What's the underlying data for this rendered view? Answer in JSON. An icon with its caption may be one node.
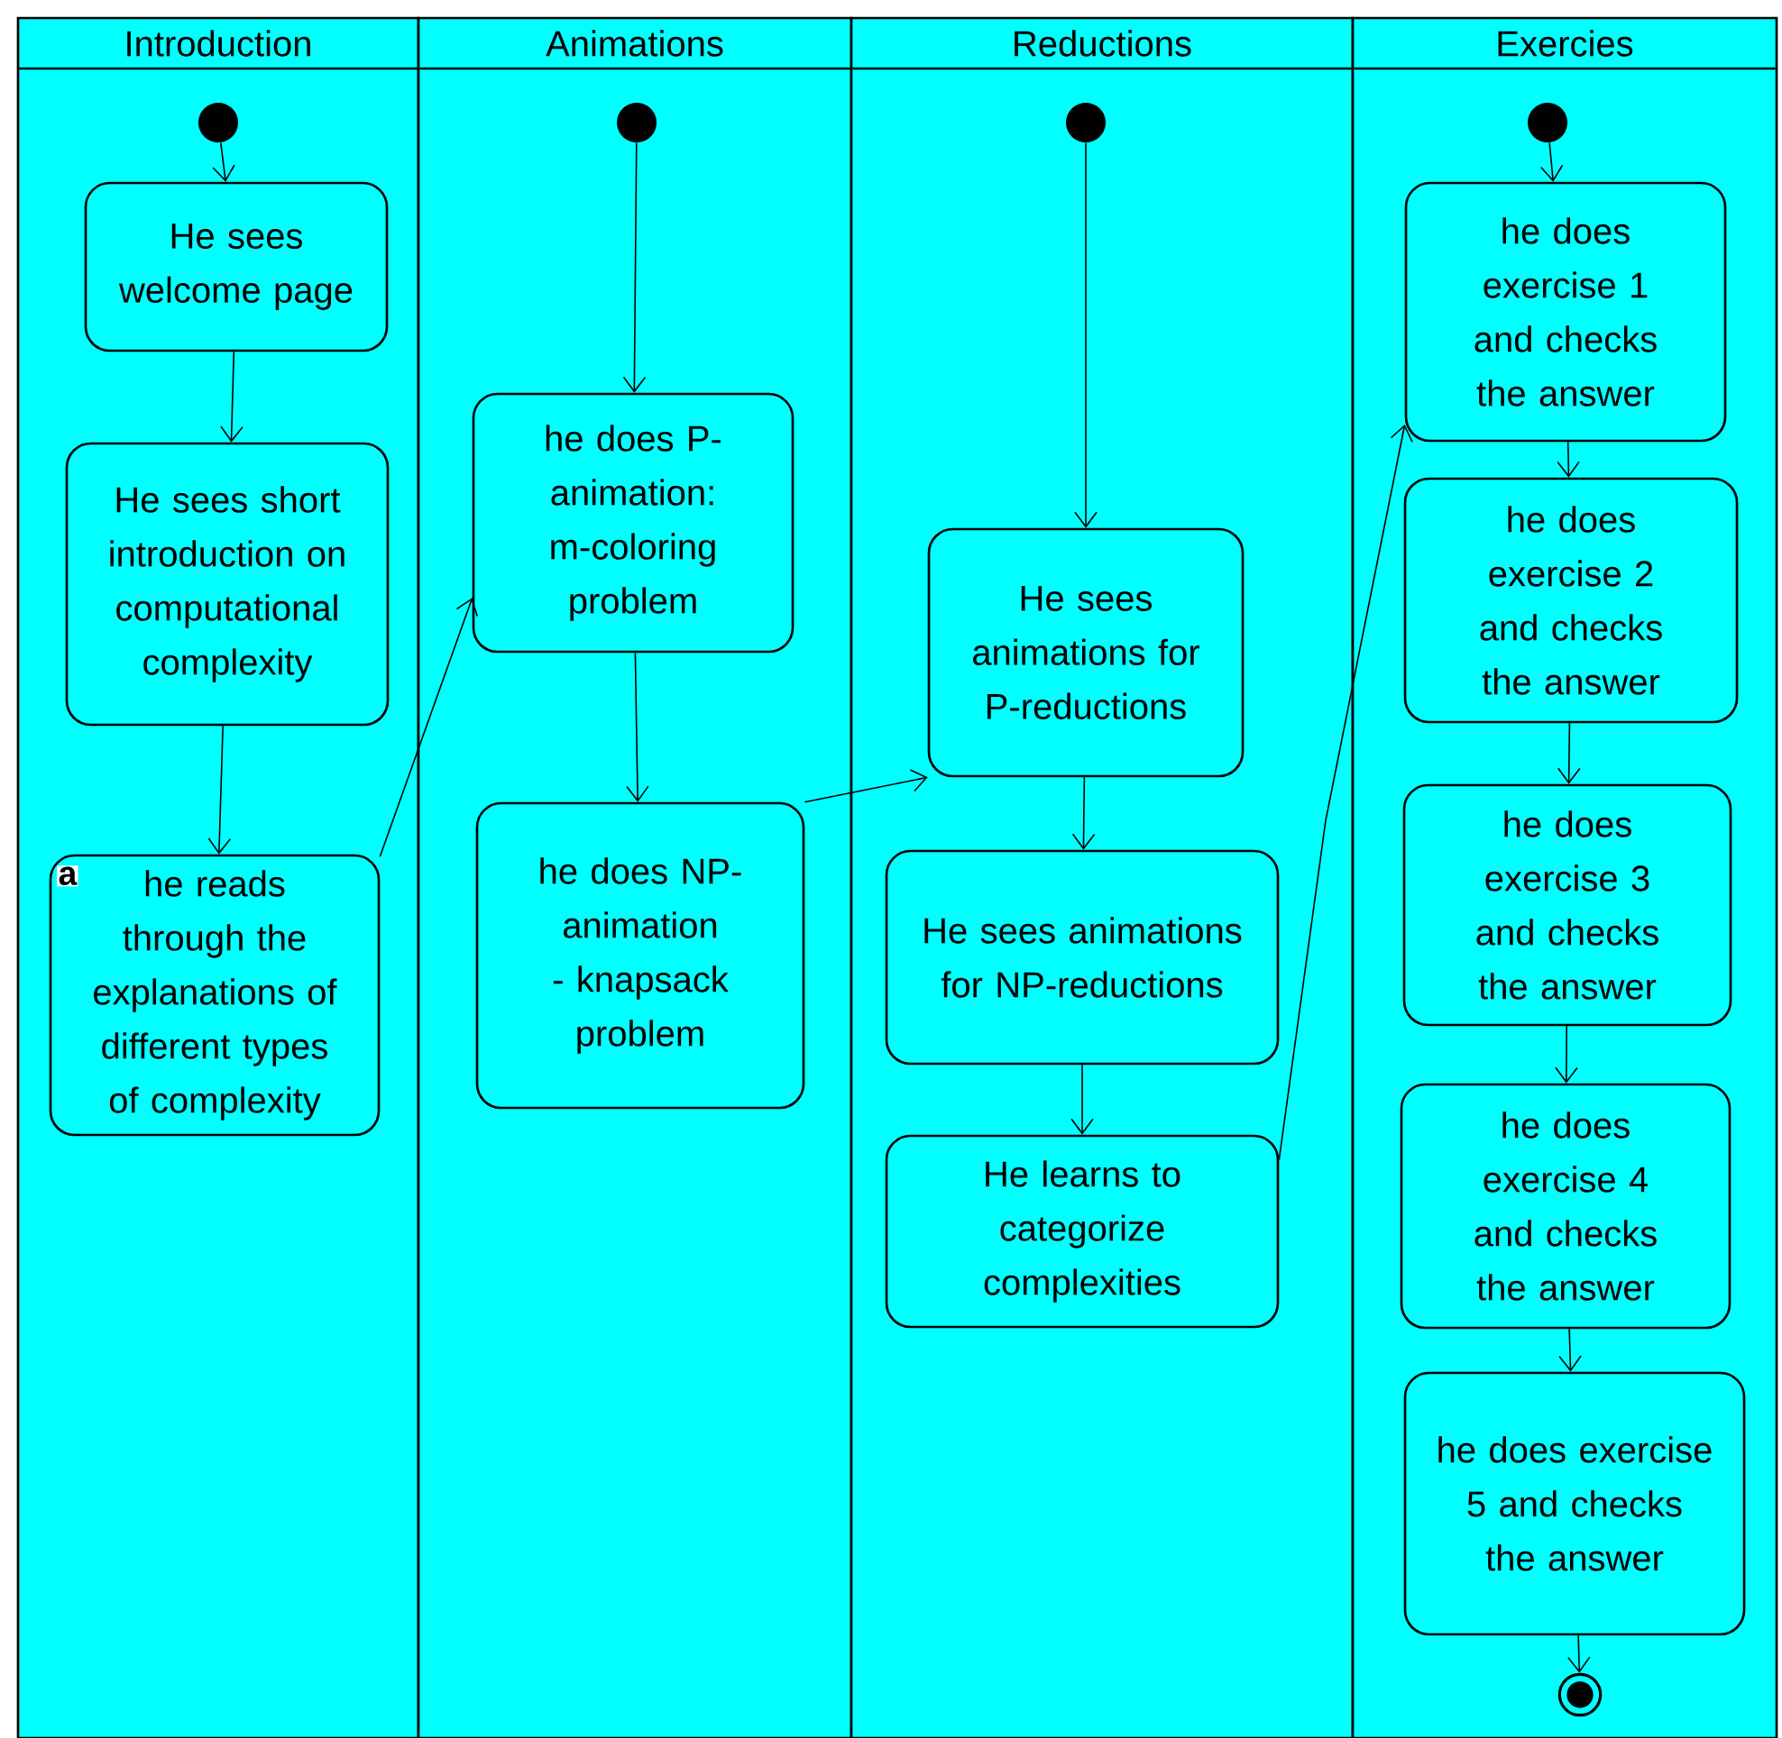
{
  "diagram": {
    "nodes": [
      {
        "text": [
          "Introduction"
        ]
      },
      {
        "text": [
          "Animations"
        ]
      },
      {
        "text": [
          "Reductions"
        ]
      },
      {
        "text": [
          "Exercies"
        ]
      },
      {
        "text": [],
        "shape": "circle",
        "in": 0
      },
      {
        "text": [
          "He sees welcome page"
        ],
        "in": 0
      },
      {
        "text": [
          "He sees short introduction on computational complexity"
        ],
        "in": 0
      },
      {
        "text": [
          "a",
          "he reads through the explanations of different types of complexity"
        ],
        "in": 0
      },
      {
        "text": [],
        "shape": "circle",
        "in": 1
      },
      {
        "text": [
          "he does P-animation: m-coloring problem"
        ],
        "in": 1
      },
      {
        "text": [
          "he does NP-animation - knapsack problem"
        ],
        "in": 1
      },
      {
        "text": [],
        "shape": "circle",
        "in": 2
      },
      {
        "text": [
          "He sees animations for P-reductions"
        ],
        "in": 2
      },
      {
        "text": [
          "He sees animations for NP-reductions"
        ],
        "in": 2
      },
      {
        "text": [
          "He learns to categorize complexities"
        ],
        "in": 2
      },
      {
        "text": [],
        "shape": "circle",
        "in": 3
      },
      {
        "text": [
          "he does exercise 1 and checks the answer"
        ],
        "in": 3
      },
      {
        "text": [
          "he does exercise 2 and checks the answer"
        ],
        "in": 3
      },
      {
        "text": [
          "he does exercise 3 and checks the answer"
        ],
        "in": 3
      },
      {
        "text": [
          "he does exercise 4 and checks the answer"
        ],
        "in": 3
      },
      {
        "text": [
          "he does exercise 5 and checks the answer"
        ],
        "in": 3
      },
      {
        "text": [],
        "shape": "bullseye",
        "in": 3
      }
    ],
    "edges": [
      {
        "from": 4,
        "to": 5,
        "arrow": "to"
      },
      {
        "from": 5,
        "to": 6,
        "arrow": "to"
      },
      {
        "from": 6,
        "to": 7,
        "arrow": "to"
      },
      {
        "from": 7,
        "to": 9,
        "arrow": "to"
      },
      {
        "from": 8,
        "to": 9,
        "arrow": "to"
      },
      {
        "from": 9,
        "to": 10,
        "arrow": "to"
      },
      {
        "from": 10,
        "to": 12,
        "arrow": "to"
      },
      {
        "from": 11,
        "to": 12,
        "arrow": "to"
      },
      {
        "from": 12,
        "to": 13,
        "arrow": "to"
      },
      {
        "from": 13,
        "to": 14,
        "arrow": "to"
      },
      {
        "from": 14,
        "to": 16,
        "arrow": "to"
      },
      {
        "from": 15,
        "to": 16,
        "arrow": "to"
      },
      {
        "from": 16,
        "to": 17,
        "arrow": "to"
      },
      {
        "from": 17,
        "to": 18,
        "arrow": "to"
      },
      {
        "from": 18,
        "to": 19,
        "arrow": "to"
      },
      {
        "from": 19,
        "to": 20,
        "arrow": "to"
      },
      {
        "from": 20,
        "to": 21,
        "arrow": "to"
      }
    ]
  }
}
